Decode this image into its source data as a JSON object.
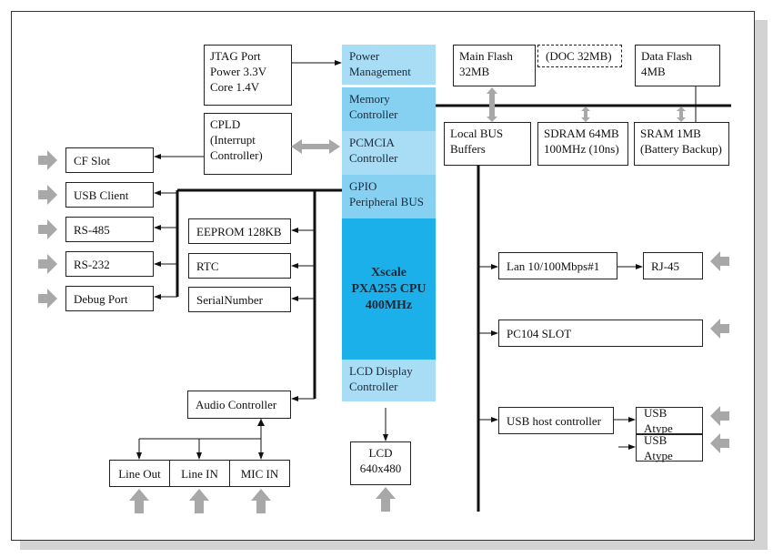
{
  "blocks": {
    "jtag": "JTAG Port\nPower 3.3V\nCore 1.4V",
    "cpld": "CPLD\n(Interrupt\nController)",
    "cf_slot": "CF Slot",
    "usb_client": "USB Client",
    "rs485": "RS-485",
    "rs232": "RS-232",
    "debug_port": "Debug Port",
    "eeprom": "EEPROM 128KB",
    "rtc": "RTC",
    "serial_number": "SerialNumber",
    "audio_controller": "Audio Controller",
    "line_out": "Line Out",
    "line_in": "Line IN",
    "mic_in": "MIC IN",
    "lcd": "LCD\n640x480",
    "main_flash": "Main Flash\n32MB",
    "doc": "(DOC 32MB)",
    "data_flash": "Data Flash\n4MB",
    "local_bus": "Local BUS\nBuffers",
    "sdram": "SDRAM 64MB\n100MHz (10ns)",
    "sram": "SRAM 1MB\n(Battery Backup)",
    "lan": "Lan 10/100Mbps#1",
    "rj45": "RJ-45",
    "pc104": "PC104 SLOT",
    "usb_host": "USB host controller",
    "usb_atype_1": "USB Atype",
    "usb_atype_2": "USB Atype"
  },
  "cpu": {
    "power_management": "Power\nManagement",
    "memory_controller": "Memory\nController",
    "pcmcia_controller": "PCMCIA\nController",
    "gpio_bus": "GPIO\nPeripheral BUS",
    "core": "Xscale\nPXA255 CPU\n400MHz",
    "lcd_controller": "LCD Display\nController"
  },
  "colors": {
    "cpu_light": "#a9dcf5",
    "cpu_mid": "#86d0f2",
    "cpu_core": "#1cb0ea",
    "arrow_gray": "#a8a8a8"
  }
}
